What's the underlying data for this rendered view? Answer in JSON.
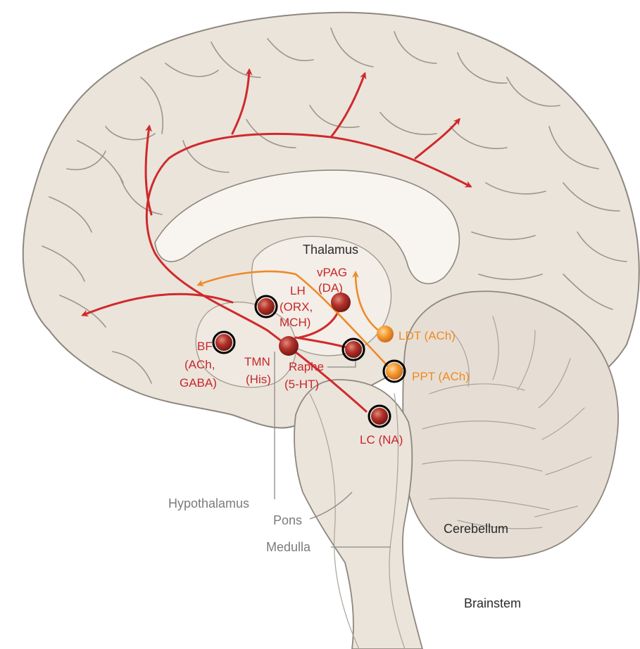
{
  "labels": {
    "thalamus": "Thalamus",
    "vpag_line1": "vPAG",
    "vpag_line2": "(DA)",
    "lh_line1": "LH",
    "lh_line2": "(ORX,",
    "lh_line3": "MCH)",
    "bf_line1": "BF",
    "bf_line2": "(ACh,",
    "bf_line3": "GABA)",
    "tmn_line1": "TMN",
    "tmn_line2": "(His)",
    "raphe_line1": "Raphe",
    "raphe_line2": "(5-HT)",
    "ldt": "LDT (ACh)",
    "ppt": "PPT (ACh)",
    "lc": "LC (NA)",
    "hypothalamus": "Hypothalamus",
    "pons": "Pons",
    "medulla": "Medulla",
    "cerebellum": "Cerebellum",
    "brainstem": "Brainstem"
  },
  "colors": {
    "brain_fill": "#ebe4db",
    "brain_outline": "#8e877e",
    "inner_fill": "#f8f5f1",
    "pathway_red": "#cf2a2c",
    "pathway_orange": "#ee8a2a",
    "nucleus_red": "#a72a24",
    "nucleus_orange": "#f0952a",
    "highlight_ring": "#000000"
  },
  "nuclei": [
    {
      "name": "BF",
      "color": "red",
      "circled": true
    },
    {
      "name": "LH",
      "color": "red",
      "circled": true
    },
    {
      "name": "vPAG",
      "color": "red",
      "circled": false
    },
    {
      "name": "TMN",
      "color": "red",
      "circled": false
    },
    {
      "name": "Raphe",
      "color": "red",
      "circled": true
    },
    {
      "name": "LDT",
      "color": "orange",
      "circled": false
    },
    {
      "name": "PPT",
      "color": "orange",
      "circled": true
    },
    {
      "name": "LC",
      "color": "red",
      "circled": true
    }
  ]
}
